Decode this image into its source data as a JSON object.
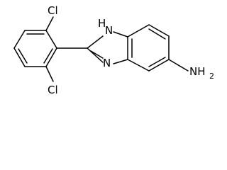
{
  "molecule": {
    "atom_labels": {
      "cl_top": "Cl",
      "cl_bottom": "Cl",
      "nh": "H",
      "nh_n": "N",
      "n_ring": "N",
      "amine": "NH",
      "amine_sub": "2"
    },
    "colors": {
      "bond": "#000000",
      "text": "#000000",
      "background": "#ffffff"
    }
  }
}
